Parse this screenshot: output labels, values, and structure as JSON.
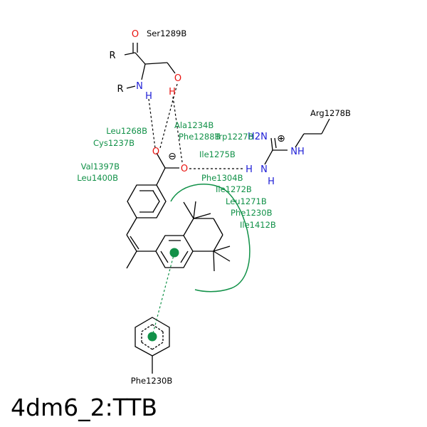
{
  "title": "4dm6_2:TTB",
  "residues_black": [
    "Ser1289B",
    "Arg1278B",
    "Phe1230B"
  ],
  "residues_green": [
    "Leu1268B",
    "Cys1237B",
    "Ala1234B",
    "Phe1288B",
    "Trp1227B",
    "Ile1275B",
    "Val1397B",
    "Leu1400B",
    "Phe1304B",
    "Ile1272B",
    "Leu1271B",
    "Phe1230B",
    "Ile1412B"
  ],
  "atoms": {
    "o_carbonyl": "O",
    "r1": "R",
    "r2": "R",
    "n_backbone": "N",
    "h_backbone": "H",
    "o_ser": "O",
    "h_ser": "H",
    "o_carboxyl_1": "O",
    "o_carboxyl_2": "O",
    "h2_arg": "H2",
    "n_arg_1": "N",
    "n_arg_2": "NH",
    "n_arg_3": "N",
    "h_arg": "H"
  },
  "charges": {
    "negative": "⊖",
    "positive": "⊕"
  },
  "colors": {
    "hydrophobic": "#119148",
    "oxygen": "#e8120e",
    "nitrogen": "#1d1dd6",
    "bond": "#000000"
  }
}
